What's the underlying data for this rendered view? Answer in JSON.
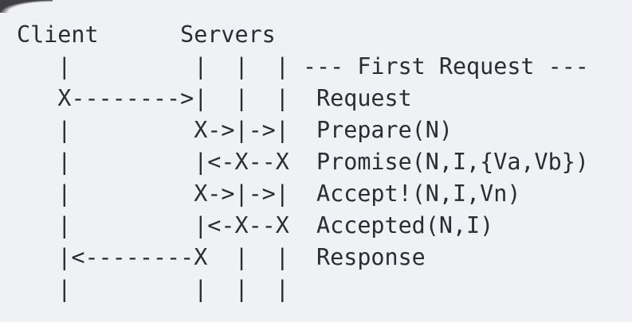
{
  "colors": {
    "background": "#f0f1f4",
    "text": "#2c2d32",
    "corner_artifact": "#3e3e44"
  },
  "diagram": {
    "type": "ascii-sequence-diagram",
    "lanes": {
      "client": "Client",
      "servers": "Servers"
    },
    "phase_label": "--- First Request ---",
    "messages": [
      "Request",
      "Prepare(N)",
      "Promise(N,I,{Va,Vb})",
      "Accept!(N,I,Vn)",
      "Accepted(N,I)",
      "Response"
    ],
    "ascii_lines": [
      "Client      Servers",
      "   |         |  |  | --- First Request ---",
      "   X-------->|  |  |  Request",
      "   |         X->|->|  Prepare(N)",
      "   |         |<-X--X  Promise(N,I,{Va,Vb})",
      "   |         X->|->|  Accept!(N,I,Vn)",
      "   |         |<-X--X  Accepted(N,I)",
      "   |<--------X  |  |  Response",
      "   |         |  |  |"
    ]
  }
}
